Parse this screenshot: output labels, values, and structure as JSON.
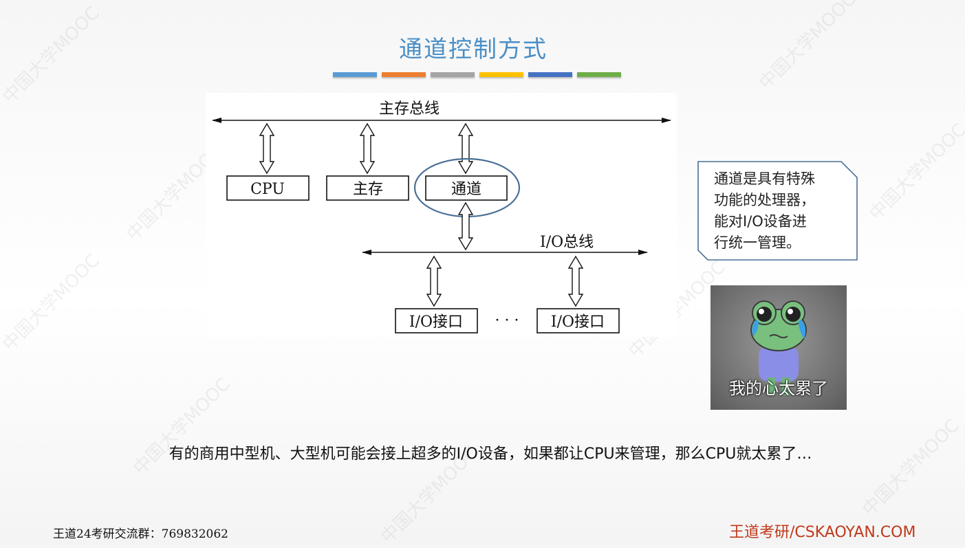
{
  "slide": {
    "title": "通道控制方式",
    "accent_colors": [
      "#5b9bd5",
      "#ed7d31",
      "#a5a5a5",
      "#ffc000",
      "#4472c4",
      "#70ad47"
    ],
    "title_color": "#4a8fc7"
  },
  "diagram": {
    "main_bus_label": "主存总线",
    "io_bus_label": "I/O总线",
    "boxes": {
      "cpu": "CPU",
      "main_memory": "主存",
      "channel": "通道",
      "io_interface_1": "I/O接口",
      "io_interface_2": "I/O接口"
    },
    "ellipsis": "· · ·",
    "highlight_color": "#4a6f96"
  },
  "callout": {
    "lines": [
      "通道是具有特殊",
      "功能的处理器，",
      "能对I/O设备进",
      "行统一管理。"
    ]
  },
  "meme": {
    "caption": "我的心太累了"
  },
  "main_sentence": "有的商用中型机、大型机可能会接上超多的I/O设备，如果都让CPU来管理，那么CPU就太累了…",
  "footer": {
    "left": "王道24考研交流群：769832062",
    "right": "王道考研/CSKAOYAN.COM"
  }
}
